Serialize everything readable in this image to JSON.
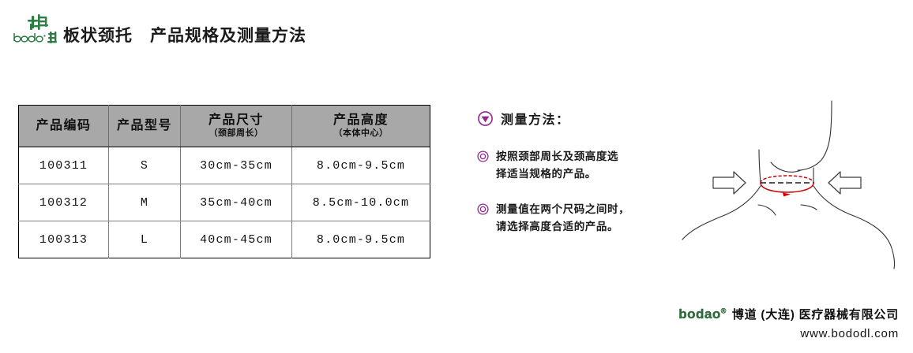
{
  "header": {
    "logo_text": "bodao",
    "logo_cn": "博道",
    "logo_color": "#2e7d45",
    "title": "板状颈托　产品规格及测量方法"
  },
  "table": {
    "columns": [
      {
        "main": "产品编码",
        "sub": ""
      },
      {
        "main": "产品型号",
        "sub": ""
      },
      {
        "main": "产品尺寸",
        "sub": "（颈部周长）"
      },
      {
        "main": "产品高度",
        "sub": "（本体中心）"
      }
    ],
    "header_bg": "#a8a8a8",
    "rows": [
      {
        "code": "100311",
        "model": "S",
        "size": "30cm-35cm",
        "height": "8.0cm-9.5cm"
      },
      {
        "code": "100312",
        "model": "M",
        "size": "35cm-40cm",
        "height": "8.5cm-10.0cm"
      },
      {
        "code": "100313",
        "model": "L",
        "size": "40cm-45cm",
        "height": "8.0cm-9.5cm"
      }
    ]
  },
  "notes": {
    "icon": "triangle-down-circle-icon",
    "accent_color": "#8e2a8e",
    "heading": "测量方法：",
    "items": [
      {
        "icon": "double-circle-bullet-icon",
        "line1": "按照颈部周长及颈高度选",
        "line2": "择适当规格的产品。"
      },
      {
        "icon": "double-circle-bullet-icon",
        "line1": "测量值在两个尺码之间时，",
        "line2": "请选择高度合适的产品。"
      }
    ]
  },
  "illustration": {
    "name": "neck-measurement-diagram",
    "measure_color": "#cc0000",
    "outline_color": "#333333",
    "arrow_left": "arrow-right-icon",
    "arrow_right": "arrow-left-icon"
  },
  "footer": {
    "logo_text": "bodao",
    "logo_reg": "®",
    "company": "博道 (大连) 医疗器械有限公司",
    "url": "www.bododl.com",
    "logo_color": "#3b7a4c"
  }
}
